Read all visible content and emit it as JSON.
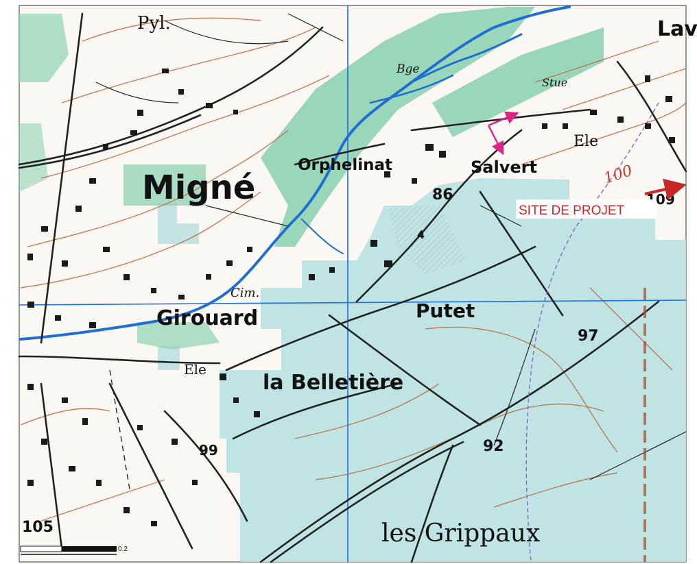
{
  "labels": {
    "migne": "Migné",
    "orphelinat": "Orphelinat",
    "salvert": "Salvert",
    "girouard": "Girouard",
    "putet": "Putet",
    "belletiere": "la Belletière",
    "grippaux": "les Grippaux",
    "lav": "Lav",
    "pyl": "Pyl.",
    "cim": "Cim.",
    "eie1": "Ele",
    "eie2": "Ele",
    "bge": "Bge",
    "stue": "Stue",
    "num86": "86",
    "num97": "97",
    "num92": "92",
    "num99": "99",
    "num105": "105",
    "num109": "109",
    "num4": "4",
    "contour100": "100"
  },
  "site": {
    "label": "SITE DE PROJET"
  },
  "scale": {
    "label": "0.2"
  },
  "colors": {
    "zone": "#b9e1e1",
    "wood": "#8fd3b4",
    "water": "#1f6fd1",
    "contour": "#b86a3c",
    "road": "#222222",
    "site_arrow": "#c62828",
    "pink_arrow": "#e0218a",
    "grid": "#1b6fd8",
    "dashed": "#7b5cc9"
  }
}
